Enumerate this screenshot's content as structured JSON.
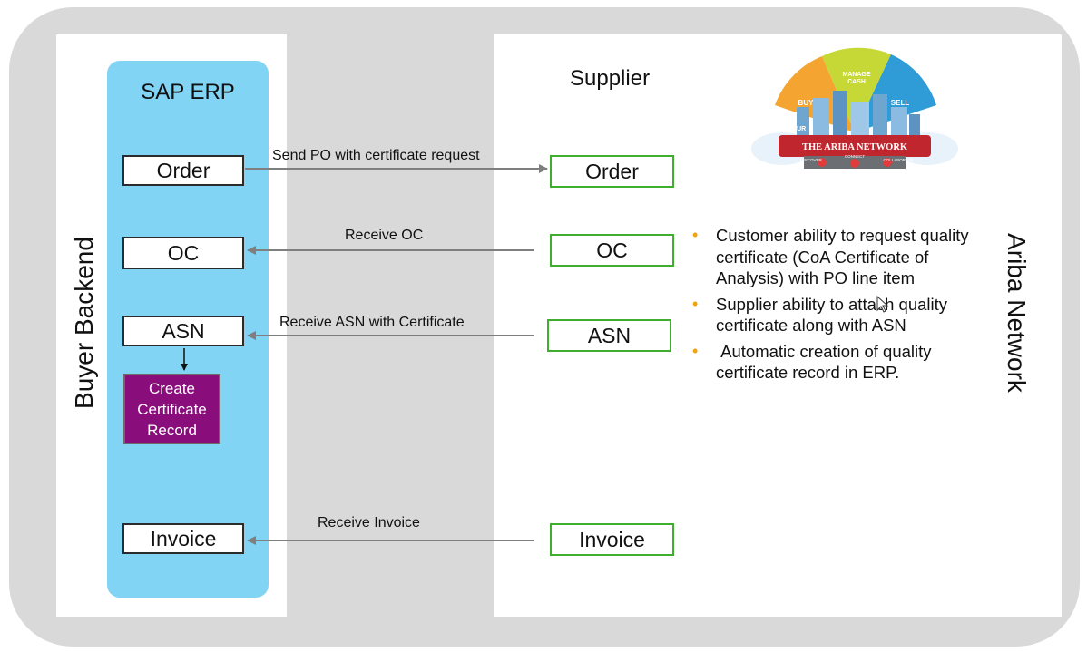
{
  "buyer_side": {
    "title": "SAP ERP",
    "side_label": "Buyer Backend",
    "boxes": {
      "order": "Order",
      "oc": "OC",
      "asn": "ASN",
      "invoice": "Invoice",
      "create_record": "Create\nCertificate\nRecord"
    }
  },
  "supplier_side": {
    "title": "Supplier",
    "side_label": "Ariba Network",
    "boxes": {
      "order": "Order",
      "oc": "OC",
      "asn": "ASN",
      "invoice": "Invoice"
    }
  },
  "flows": {
    "send_po": "Send PO with certificate request",
    "receive_oc": "Receive OC",
    "receive_asn": "Receive ASN with Certificate",
    "receive_invoice": "Receive Invoice"
  },
  "logo": {
    "title": "THE ARIBA NETWORK",
    "segments": [
      "MANAGE CASH",
      "BUY",
      "SELL"
    ],
    "sign": "YOUR",
    "tabs": [
      "DISCOVER",
      "CONNECT",
      "COLLABORATE"
    ]
  },
  "bullets": [
    "Customer ability to request quality certificate (CoA Certificate of Analysis) with PO  line item",
    "Supplier ability to attach quality certificate  along with ASN",
    " Automatic creation of quality certificate record in ERP."
  ],
  "colors": {
    "frame": "#d9d9d9",
    "erp_panel": "#82d4f5",
    "supplier_box_border": "#3fae2f",
    "create_box": "#8a0d7c",
    "bullet": "#f0a30a",
    "arrow": "#7f7f7f"
  }
}
